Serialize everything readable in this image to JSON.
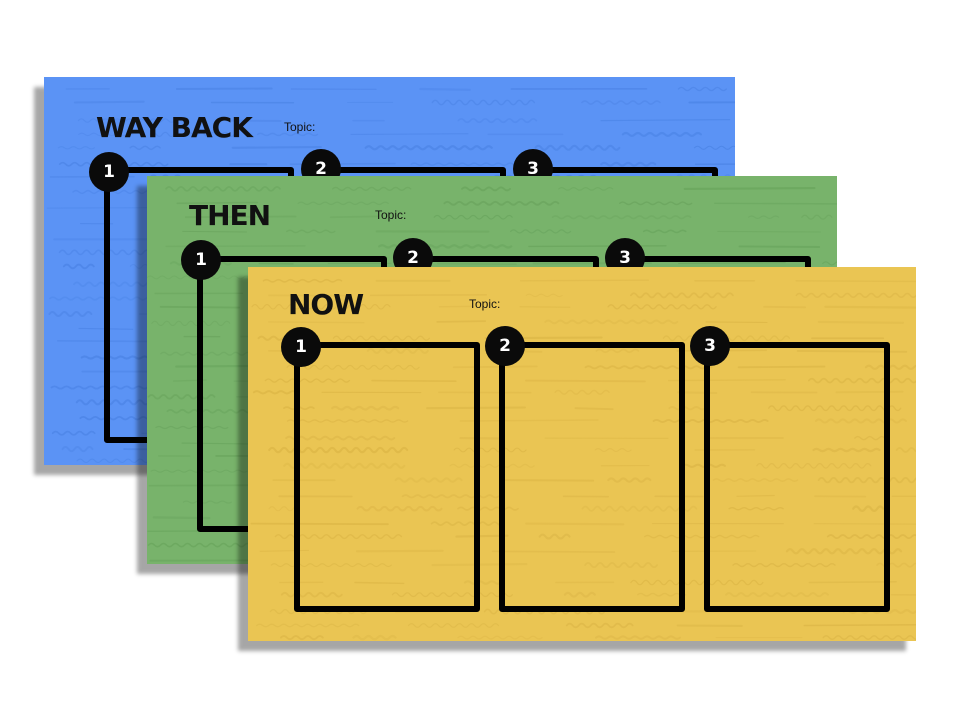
{
  "colors": {
    "way_back": "#5b93f5",
    "then": "#78b36b",
    "now": "#eac553",
    "frame": "#000000",
    "badge": "#0a0a0a"
  },
  "cards": {
    "way_back": {
      "title": "WAY BACK",
      "topic_label": "Topic:",
      "badges": [
        "1",
        "2",
        "3"
      ]
    },
    "then": {
      "title": "THEN",
      "topic_label": "Topic:",
      "badges": [
        "1",
        "2",
        "3"
      ]
    },
    "now": {
      "title": "NOW",
      "topic_label": "Topic:",
      "badges": [
        "1",
        "2",
        "3"
      ]
    }
  }
}
